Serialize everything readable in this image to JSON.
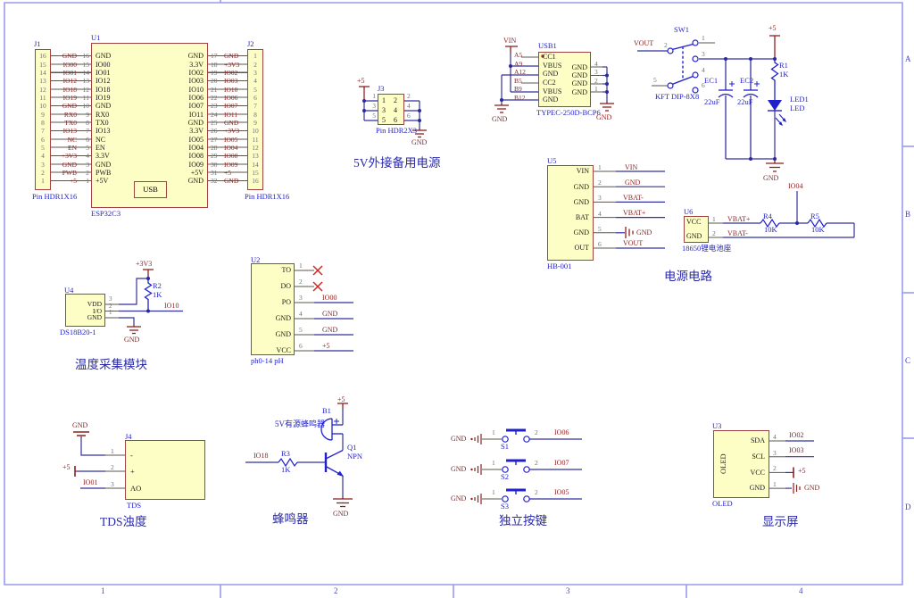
{
  "sheet": {
    "zone_letters": [
      "A",
      "B",
      "C",
      "D"
    ],
    "zone_numbers": [
      "1",
      "2",
      "3",
      "4"
    ]
  },
  "mcu": {
    "j1": {
      "ref": "J1",
      "value": "Pin HDR1X16",
      "pins": [
        "16",
        "15",
        "14",
        "13",
        "12",
        "11",
        "10",
        "9",
        "8",
        "7",
        "6",
        "5",
        "4",
        "3",
        "2",
        "1"
      ]
    },
    "j2": {
      "ref": "J2",
      "value": "Pin HDR1X16",
      "pins": [
        "1",
        "2",
        "3",
        "4",
        "5",
        "6",
        "7",
        "8",
        "9",
        "10",
        "11",
        "12",
        "13",
        "14",
        "15",
        "16"
      ]
    },
    "u1": {
      "ref": "U1",
      "value": "ESP32C3",
      "usb": "USB",
      "left_nets": [
        "GND",
        "IO00",
        "IO01",
        "IO12",
        "IO18",
        "IO19",
        "GND",
        "RX0",
        "TX0",
        "IO13",
        "NC",
        "EN",
        "+3V3",
        "GND",
        "PWB",
        "+5"
      ],
      "left_pin_numbers": [
        "16",
        "15",
        "14",
        "13",
        "12",
        "11",
        "10",
        "9",
        "8",
        "7",
        "6",
        "5",
        "4",
        "3",
        "2",
        "1"
      ],
      "left_pin_names": [
        "GND",
        "IO00",
        "IO01",
        "IO12",
        "IO18",
        "IO19",
        "GND",
        "RX0",
        "TX0",
        "IO13",
        "NC",
        "EN",
        "3.3V",
        "GND",
        "PWB",
        "+5V"
      ],
      "right_pin_names": [
        "GND",
        "3.3V",
        "IO02",
        "IO03",
        "IO10",
        "IO06",
        "IO07",
        "IO11",
        "GND",
        "3.3V",
        "IO05",
        "IO04",
        "IO08",
        "IO09",
        "+5V",
        "GND"
      ],
      "right_pin_numbers": [
        "17",
        "18",
        "19",
        "20",
        "21",
        "22",
        "23",
        "24",
        "25",
        "26",
        "27",
        "28",
        "29",
        "30",
        "31",
        "32"
      ],
      "right_nets": [
        "GND",
        "+3V3",
        "IO02",
        "IO03",
        "IO10",
        "IO06",
        "IO07",
        "IO11",
        "GND",
        "+3V3",
        "IO05",
        "IO04",
        "IO08",
        "IO09",
        "+5",
        "GND"
      ]
    }
  },
  "backup": {
    "ref": "J3",
    "value": "Pin HDR2X3",
    "inner_left": [
      "1",
      "3",
      "5"
    ],
    "inner_right": [
      "2",
      "4",
      "6"
    ],
    "outer_left": [
      "1",
      "3",
      "5"
    ],
    "outer_right": [
      "2",
      "4",
      "6"
    ],
    "vcc": "+5",
    "gnd": "GND",
    "caption": "5V外接备用电源"
  },
  "usb1": {
    "ref": "USB1",
    "value": "TYPEC-250D-BCP6",
    "vin": "VIN",
    "gnd_left": "GND",
    "gnd_right": "GND",
    "pads": [
      "A5",
      "A9",
      "A12",
      "B5",
      "B9",
      "B12"
    ],
    "left_names": [
      "CC1",
      "VBUS",
      "GND",
      "CC2",
      "VBUS",
      "GND"
    ],
    "right_names": [
      "GND",
      "GND",
      "GND",
      "GND"
    ],
    "right_nums": [
      "4",
      "3",
      "2",
      "1"
    ]
  },
  "sw": {
    "ref": "SW1",
    "value": "KFT DIP-8X8",
    "vout": "VOUT",
    "n1": "1",
    "n2": "2",
    "n3": "3",
    "n4": "4",
    "n5": "5",
    "n6": "6"
  },
  "rail": {
    "vcc": "+5",
    "r1": "R1",
    "r1v": "1K",
    "ec1": "EC1",
    "ec1v": "22uF",
    "ec2": "EC2",
    "ec2v": "22uF",
    "led": "LED1",
    "ledv": "LED",
    "gnd": "GND"
  },
  "charger": {
    "ref": "U5",
    "value": "HB-001",
    "names": [
      "VIN",
      "GND",
      "GND",
      "BAT",
      "GND",
      "OUT"
    ],
    "nums": [
      "1",
      "2",
      "3",
      "4",
      "5",
      "6"
    ],
    "net1": "VIN",
    "net2": "GND",
    "net3": "VBAT-",
    "net4": "VBAT+",
    "net5": "GND",
    "net6": "VOUT"
  },
  "battery": {
    "ref": "U6",
    "value": "18650锂电池座",
    "vcc": "VCC",
    "gnd": "GND",
    "n1": "1",
    "n2": "2",
    "vbatp": "VBAT+",
    "vbatm": "VBAT-",
    "r4": "R4",
    "r4v": "10K",
    "r5": "R5",
    "r5v": "10K",
    "io": "IO04",
    "caption": "电源电路"
  },
  "temp": {
    "ref": "U4",
    "value": "DS18B20-1",
    "names": [
      "VDD",
      "I/O",
      "GND"
    ],
    "nums": [
      "3",
      "2",
      "1"
    ],
    "v33": "+3V3",
    "r2": "R2",
    "r2v": "1K",
    "io": "IO10",
    "gnd": "GND",
    "caption": "温度采集模块"
  },
  "ph": {
    "ref": "U2",
    "value": "ph0-14 pH",
    "names": [
      "TO",
      "DO",
      "PO",
      "GND",
      "GND",
      "VCC"
    ],
    "nums": [
      "1",
      "2",
      "3",
      "4",
      "5",
      "6"
    ],
    "net3": "IO00",
    "net4": "GND",
    "net5": "GND",
    "net6": "+5"
  },
  "tds": {
    "ref": "J4",
    "value": "TDS",
    "names": [
      "-",
      "+",
      "AO"
    ],
    "nums": [
      "1",
      "2",
      "3"
    ],
    "gnd": "GND",
    "vcc": "+5",
    "io": "IO01",
    "caption": "TDS浊度"
  },
  "buzzer": {
    "ref": "B1",
    "name": "5V有源蜂鸣器",
    "vcc": "+5",
    "q": "Q1",
    "qv": "NPN",
    "r3": "R3",
    "r3v": "1K",
    "io": "IO18",
    "gnd": "GND",
    "caption": "蜂鸣器"
  },
  "keys": {
    "caption": "独立按键",
    "rows": [
      {
        "gnd": "GND",
        "n1": "1",
        "n2": "2",
        "ref": "S1",
        "net": "IO06"
      },
      {
        "gnd": "GND",
        "n1": "1",
        "n2": "2",
        "ref": "S2",
        "net": "IO07"
      },
      {
        "gnd": "GND",
        "n1": "1",
        "n2": "2",
        "ref": "S3",
        "net": "IO05"
      }
    ]
  },
  "oled": {
    "ref": "U3",
    "value": "OLED",
    "inner": "OLED",
    "names": [
      "SDA",
      "SCL",
      "VCC",
      "GND"
    ],
    "nums": [
      "4",
      "3",
      "2",
      "1"
    ],
    "io1": "IO02",
    "io2": "IO03",
    "vcc": "+5",
    "gnd": "GND",
    "caption": "显示屏"
  }
}
